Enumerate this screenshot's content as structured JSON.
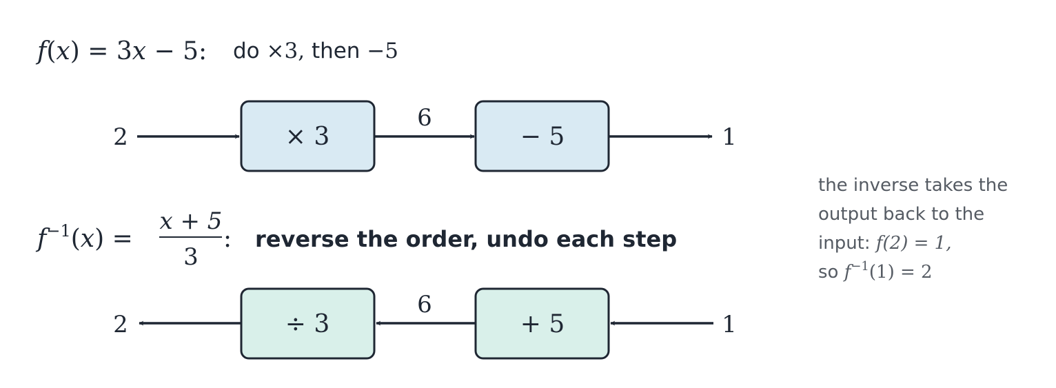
{
  "forward": {
    "heading": {
      "func_name": "f",
      "arg": "x",
      "eq": "=",
      "coef": "3",
      "var": "x",
      "minus": "−",
      "const": "5",
      "colon": ":",
      "desc_word_do": "do",
      "desc_op1": "×3,",
      "desc_word_then": "then",
      "desc_op2": "−5"
    },
    "input": "2",
    "box1_label": "× 3",
    "mid_value": "6",
    "box2_label": "− 5",
    "output": "1"
  },
  "inverse": {
    "heading": {
      "func_name": "f",
      "superscript": "−1",
      "arg": "x",
      "eq": "=",
      "numerator": "x + 5",
      "denominator": "3",
      "colon": ":",
      "desc": "reverse the order, undo each step"
    },
    "output": "2",
    "box1_label": "÷ 3",
    "mid_value": "6",
    "box2_label": "+ 5",
    "input": "1"
  },
  "note": {
    "line1": "the inverse takes the",
    "line2": "output back to the",
    "line3_text": "input:",
    "line3_math": "f(2) = 1,",
    "line4_text": "so",
    "line4_f": "f",
    "line4_sup": "−1",
    "line4_rest": "(1) = 2"
  },
  "colors": {
    "forward_box_fill": "#d9eaf3",
    "inverse_box_fill": "#d9f0ea",
    "stroke": "#1f2733",
    "note_text": "#555b63"
  }
}
